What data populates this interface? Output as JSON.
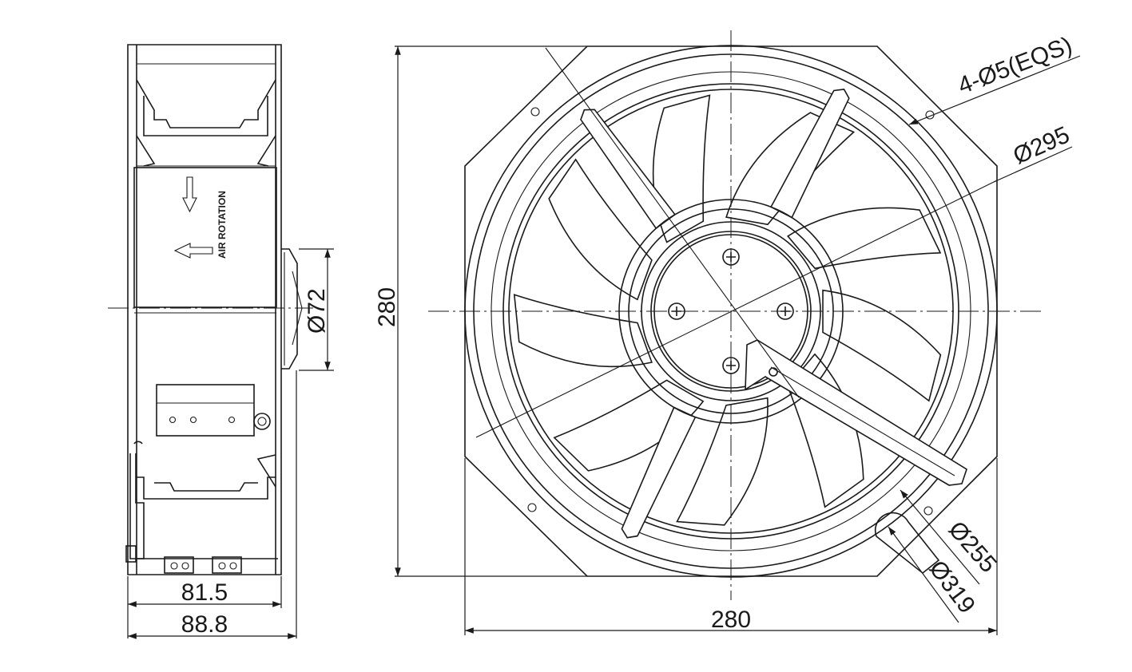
{
  "drawing": {
    "side_view": {
      "label": "AIR ROTATION",
      "dim_depth_inner": "81.5",
      "dim_depth_outer": "88.8",
      "dim_hub": "Ø72"
    },
    "front_view": {
      "dim_height": "280",
      "dim_width": "280",
      "dim_holes": "4-Ø5(EQS)",
      "dim_hole_circle": "Ø295",
      "dim_inner": "Ø255",
      "dim_outer": "Ø319"
    }
  }
}
